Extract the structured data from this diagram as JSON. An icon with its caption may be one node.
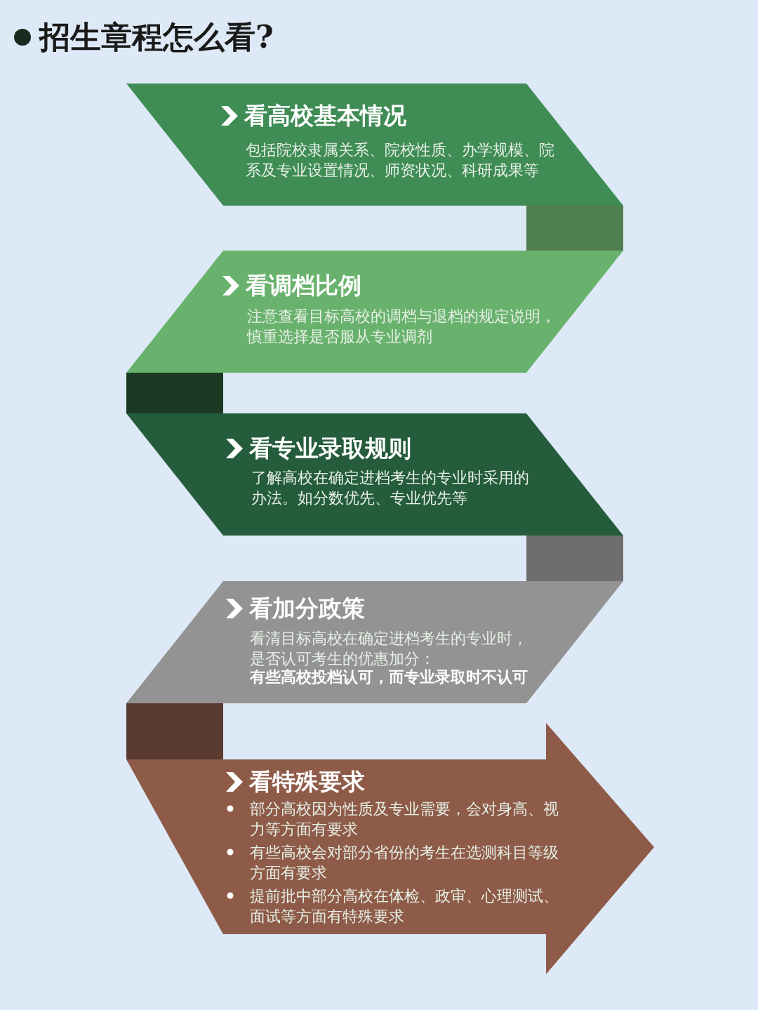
{
  "diagram": {
    "title": "招生章程怎么看?",
    "nodes": [
      {
        "text": [
          "看高校基本情况",
          "包括院校隶属关系、院校性质、办学规模、院系及专业设置情况、师资状况、科研成果等"
        ]
      },
      {
        "text": [
          "看调档比例",
          "注意查看目标高校的调档与退档的规定说明，慎重选择是否服从专业调剂"
        ]
      },
      {
        "text": [
          "看专业录取规则",
          "了解高校在确定进档考生的专业时采用的办法。如分数优先、专业优先等"
        ]
      },
      {
        "text": [
          "看加分政策",
          "看清目标高校在确定进档考生的专业时，是否认可考生的优惠加分：",
          "有些高校投档认可，而专业录取时不认可"
        ]
      },
      {
        "text": [
          "看特殊要求",
          "部分高校因为性质及专业需要，会对身高、视力等方面有要求",
          "有些高校会对部分省份的考生在选测科目等级方面有要求",
          "提前批中部分高校在体检、政审、心理测试、面试等方面有特殊要求"
        ]
      }
    ],
    "edges": [
      {
        "from": 0,
        "to": 1,
        "arrow": "none",
        "color": "#4f7f4f"
      },
      {
        "from": 1,
        "to": 2,
        "arrow": "none",
        "color": "#1b3a24"
      },
      {
        "from": 2,
        "to": 3,
        "arrow": "none",
        "color": "#6e6e6e"
      },
      {
        "from": 3,
        "to": 4,
        "arrow": "none",
        "color": "#5b3a30"
      }
    ]
  }
}
